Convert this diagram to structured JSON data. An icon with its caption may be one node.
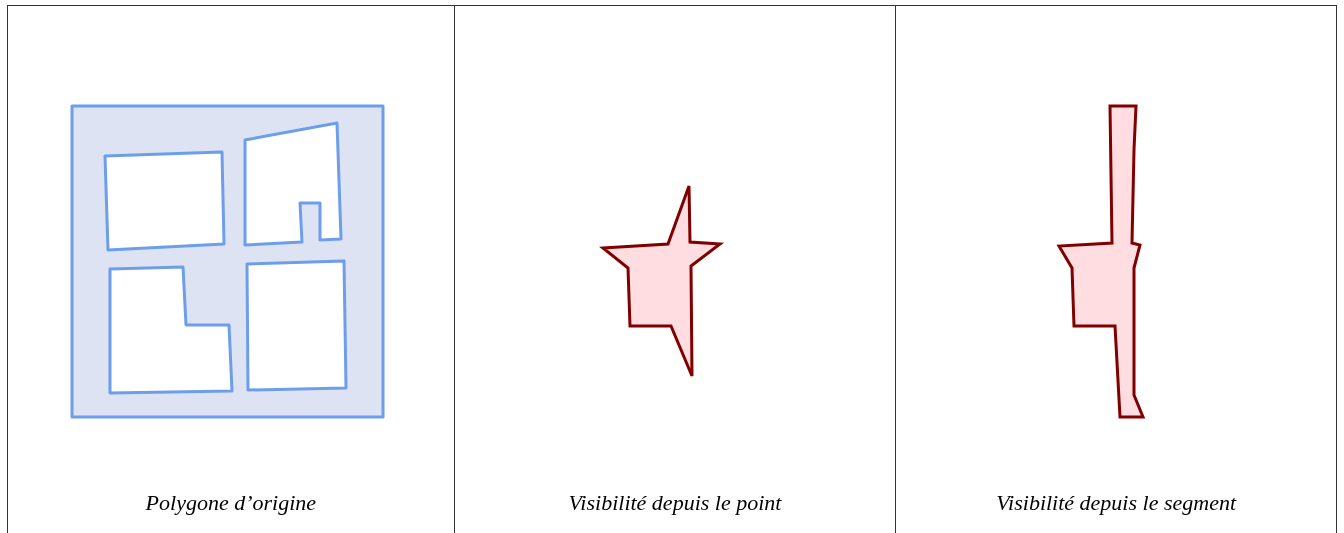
{
  "diagram": {
    "labels": [
      "Polygone d’origine",
      "Visibilité depuis le point",
      "Visibilité depuis le segment"
    ]
  }
}
